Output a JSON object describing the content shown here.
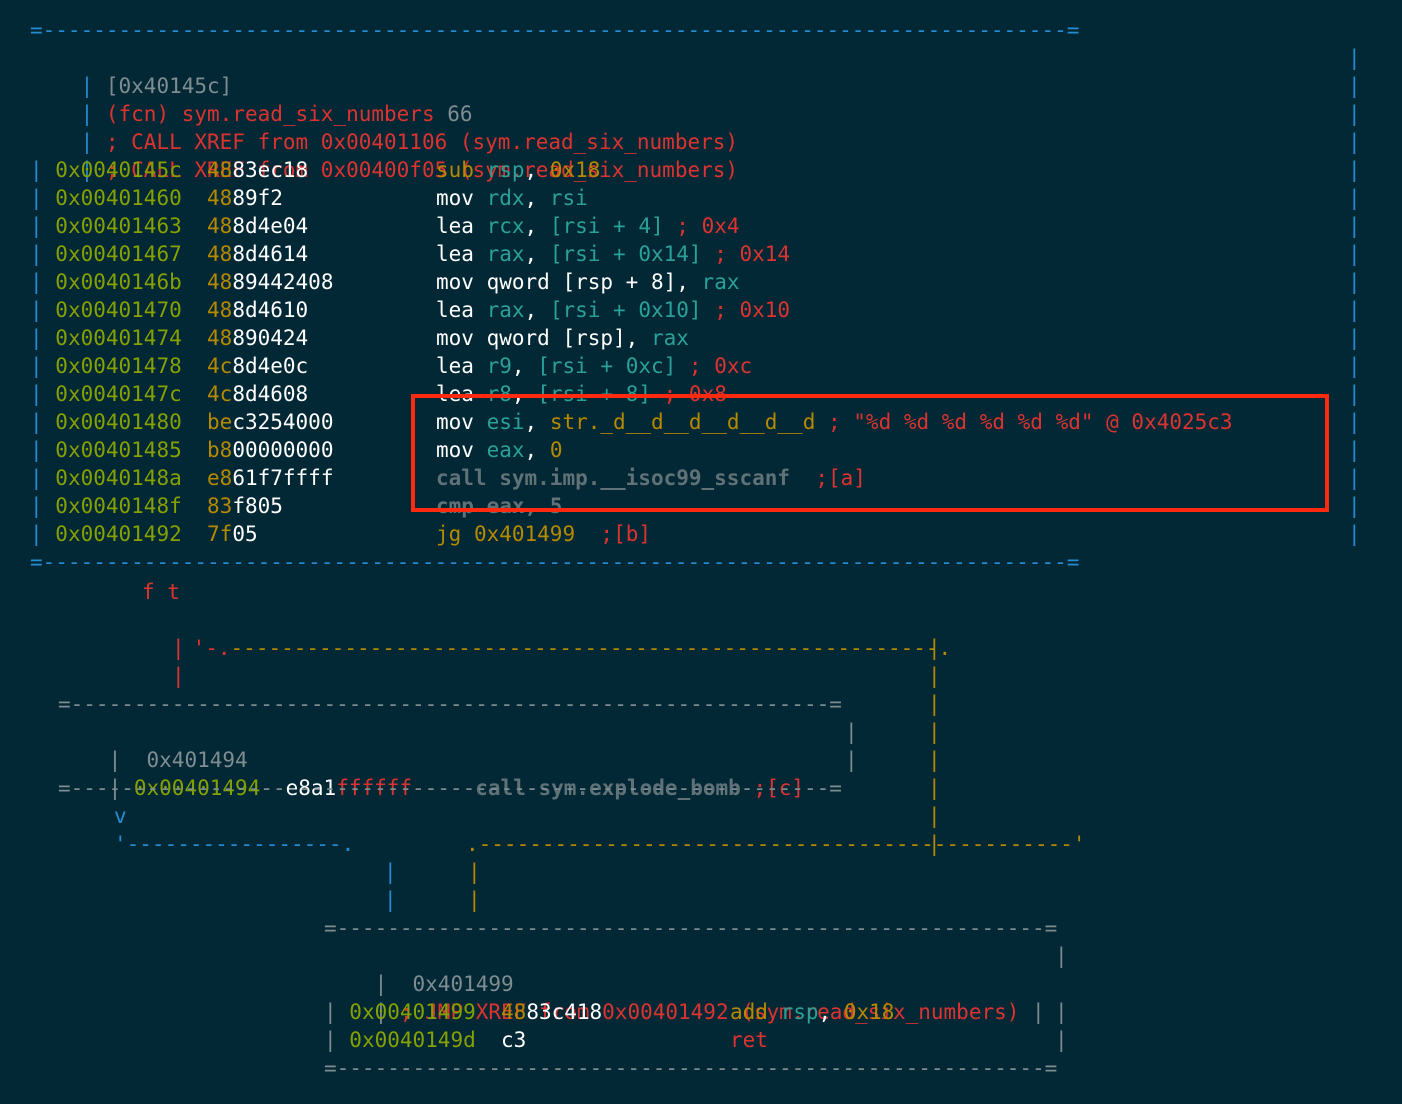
{
  "top_block": {
    "border_top": "=---------------------------------------------------------------------------------=",
    "border_bottom": "=---------------------------------------------------------------------------------=",
    "address": "[0x40145c]",
    "fcn_label": "(fcn) sym.read_six_numbers",
    "fcn_size": "66",
    "xref1": "; CALL XREF from 0x00401106 (sym.read_six_numbers)",
    "xref2": "; CALL XREF from 0x00400f05 (sym.read_six_numbers)",
    "rows": [
      {
        "addr": "0x0040145c",
        "b1": "48",
        "b2": "83ec18",
        "mn": "sub",
        "o1": "rsp",
        "sep": ", ",
        "o2": "0x18",
        "cm": ""
      },
      {
        "addr": "0x00401460",
        "b1": "48",
        "b2": "89f2",
        "mn": "mov",
        "o1": "rdx",
        "sep": ", ",
        "o2": "rsi",
        "cm": ""
      },
      {
        "addr": "0x00401463",
        "b1": "48",
        "b2": "8d4e04",
        "mn": "lea",
        "o1": "rcx",
        "sep": ", ",
        "o2": "[rsi + 4]",
        "cm": "; 0x4"
      },
      {
        "addr": "0x00401467",
        "b1": "48",
        "b2": "8d4614",
        "mn": "lea",
        "o1": "rax",
        "sep": ", ",
        "o2": "[rsi + 0x14]",
        "cm": "; 0x14"
      },
      {
        "addr": "0x0040146b",
        "b1": "48",
        "b2": "89442408",
        "mn": "mov",
        "o1": "qword [rsp + 8]",
        "sep": ", ",
        "o2": "rax",
        "cm": ""
      },
      {
        "addr": "0x00401470",
        "b1": "48",
        "b2": "8d4610",
        "mn": "lea",
        "o1": "rax",
        "sep": ", ",
        "o2": "[rsi + 0x10]",
        "cm": "; 0x10"
      },
      {
        "addr": "0x00401474",
        "b1": "48",
        "b2": "890424",
        "mn": "mov",
        "o1": "qword [rsp]",
        "sep": ", ",
        "o2": "rax",
        "cm": ""
      },
      {
        "addr": "0x00401478",
        "b1": "4c",
        "b2": "8d4e0c",
        "mn": "lea",
        "o1": "r9",
        "sep": ", ",
        "o2": "[rsi + 0xc]",
        "cm": "; 0xc"
      },
      {
        "addr": "0x0040147c",
        "b1": "4c",
        "b2": "8d4608",
        "mn": "lea",
        "o1": "r8",
        "sep": ", ",
        "o2": "[rsi + 8]",
        "cm": "; 0x8"
      },
      {
        "addr": "0x00401480",
        "b1": "be",
        "b2": "c3254000",
        "mn": "mov",
        "o1": "esi",
        "sep": ", ",
        "o2": "str._d__d__d__d__d__d",
        "cm": "; \"%d %d %d %d %d %d\" @ 0x4025c3"
      },
      {
        "addr": "0x00401485",
        "b1": "b8",
        "b2": "00000000",
        "mn": "mov",
        "o1": "eax",
        "sep": ", ",
        "o2": "0",
        "cm": ""
      },
      {
        "addr": "0x0040148a",
        "b1": "e8",
        "b2": "61f7ffff",
        "mn": "call",
        "o1": "sym.imp.__isoc99_sscanf",
        "sep": " ",
        "o2": "",
        "cm": ";[a]"
      },
      {
        "addr": "0x0040148f",
        "b1": "83",
        "b2": "f805",
        "mn": "cmp",
        "o1": "eax",
        "sep": ", ",
        "o2": "5",
        "cm": ""
      },
      {
        "addr": "0x00401492",
        "b1": "7f",
        "b2": "05",
        "mn": "jg",
        "o1": "0x401499",
        "sep": " ",
        "o2": "",
        "cm": ";[b]"
      }
    ]
  },
  "graph": {
    "ft_label": "f t",
    "true_arrow_top": "'-.-------------------------------------------------------.",
    "pipe": "|",
    "false_down_label": "v",
    "false_connector": "'-----------------.",
    "true_connector": ".-----------------------------------------------'",
    "dot": "."
  },
  "mid_block": {
    "border": "=------------------------------------------------------------=",
    "address": "0x401494",
    "addr": "0x00401494",
    "b1": "e8a1",
    "b2": "ffffff",
    "mn": "call",
    "target": "sym.explode_bomb",
    "cm": ";[c]"
  },
  "bottom_block": {
    "border": "=--------------------------------------------------------=",
    "address": "0x401499",
    "xref": "; JMP XREF from 0x00401492 (sym.read_six_numbers)",
    "rows": [
      {
        "addr": "0x00401499",
        "b1": "48",
        "b2": "83c418",
        "mn": "add",
        "o1": "rsp",
        "sep": ", ",
        "o2": "0x18"
      },
      {
        "addr": "0x0040149d",
        "b1": "",
        "b2": "c3",
        "mn": "ret",
        "o1": "",
        "sep": "",
        "o2": ""
      }
    ]
  }
}
